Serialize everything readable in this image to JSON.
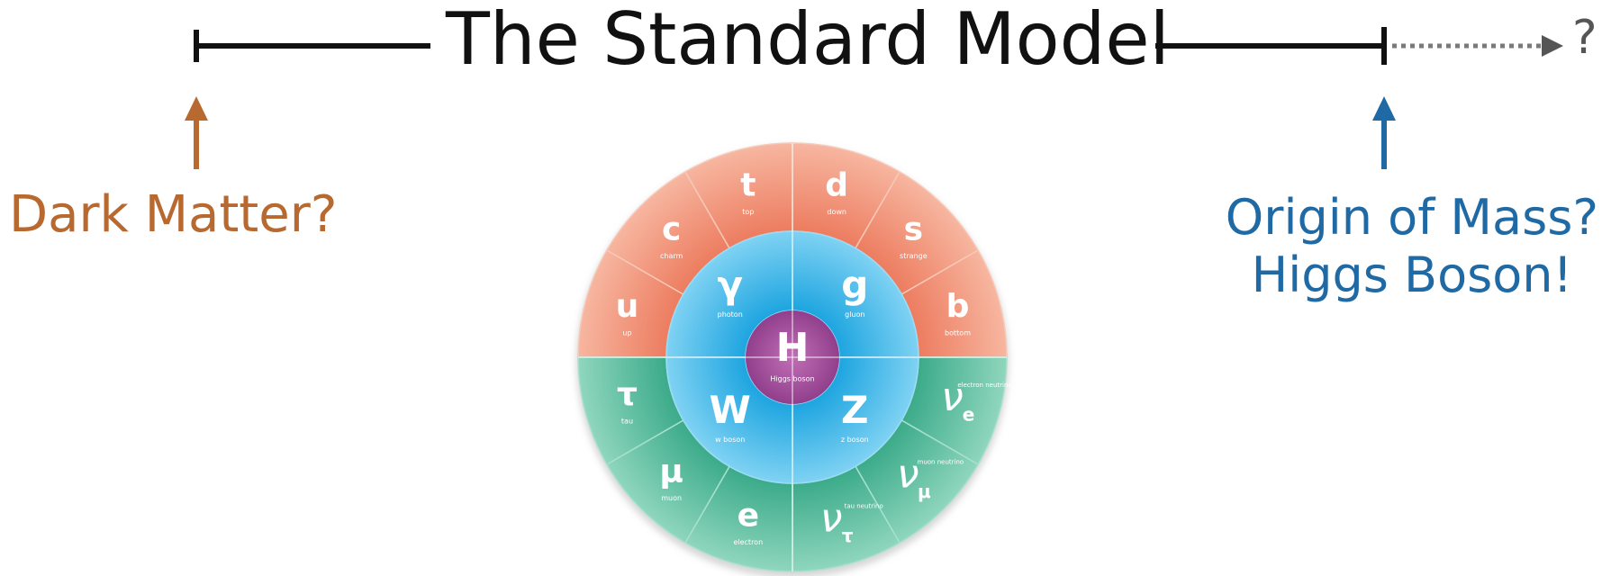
{
  "title": "The Standard Model",
  "left_label": "Dark Matter?",
  "right_label_line1": "Origin of Mass?",
  "right_label_line2": "Higgs Boson!",
  "arrow_end_label": "?",
  "colors": {
    "left_accent": "#b8692f",
    "right_accent": "#1f6aa5",
    "quark": "#ee8a6c",
    "lepton": "#3aaa86",
    "boson": "#3fb2e4",
    "higgs": "#a04c9a"
  },
  "particles": {
    "quarks": [
      {
        "symbol": "u",
        "name": "up"
      },
      {
        "symbol": "c",
        "name": "charm"
      },
      {
        "symbol": "t",
        "name": "top"
      },
      {
        "symbol": "d",
        "name": "down"
      },
      {
        "symbol": "s",
        "name": "strange"
      },
      {
        "symbol": "b",
        "name": "bottom"
      }
    ],
    "leptons": [
      {
        "symbol": "νe",
        "name": "electron neutrino"
      },
      {
        "symbol": "νμ",
        "name": "muon neutrino"
      },
      {
        "symbol": "ντ",
        "name": "tau neutrino"
      },
      {
        "symbol": "e",
        "name": "electron"
      },
      {
        "symbol": "μ",
        "name": "muon"
      },
      {
        "symbol": "τ",
        "name": "tau"
      }
    ],
    "bosons": [
      {
        "symbol": "γ",
        "name": "photon"
      },
      {
        "symbol": "g",
        "name": "gluon"
      },
      {
        "symbol": "Z",
        "name": "z boson"
      },
      {
        "symbol": "W",
        "name": "w boson"
      }
    ],
    "higgs": {
      "symbol": "H",
      "name": "Higgs boson"
    }
  }
}
